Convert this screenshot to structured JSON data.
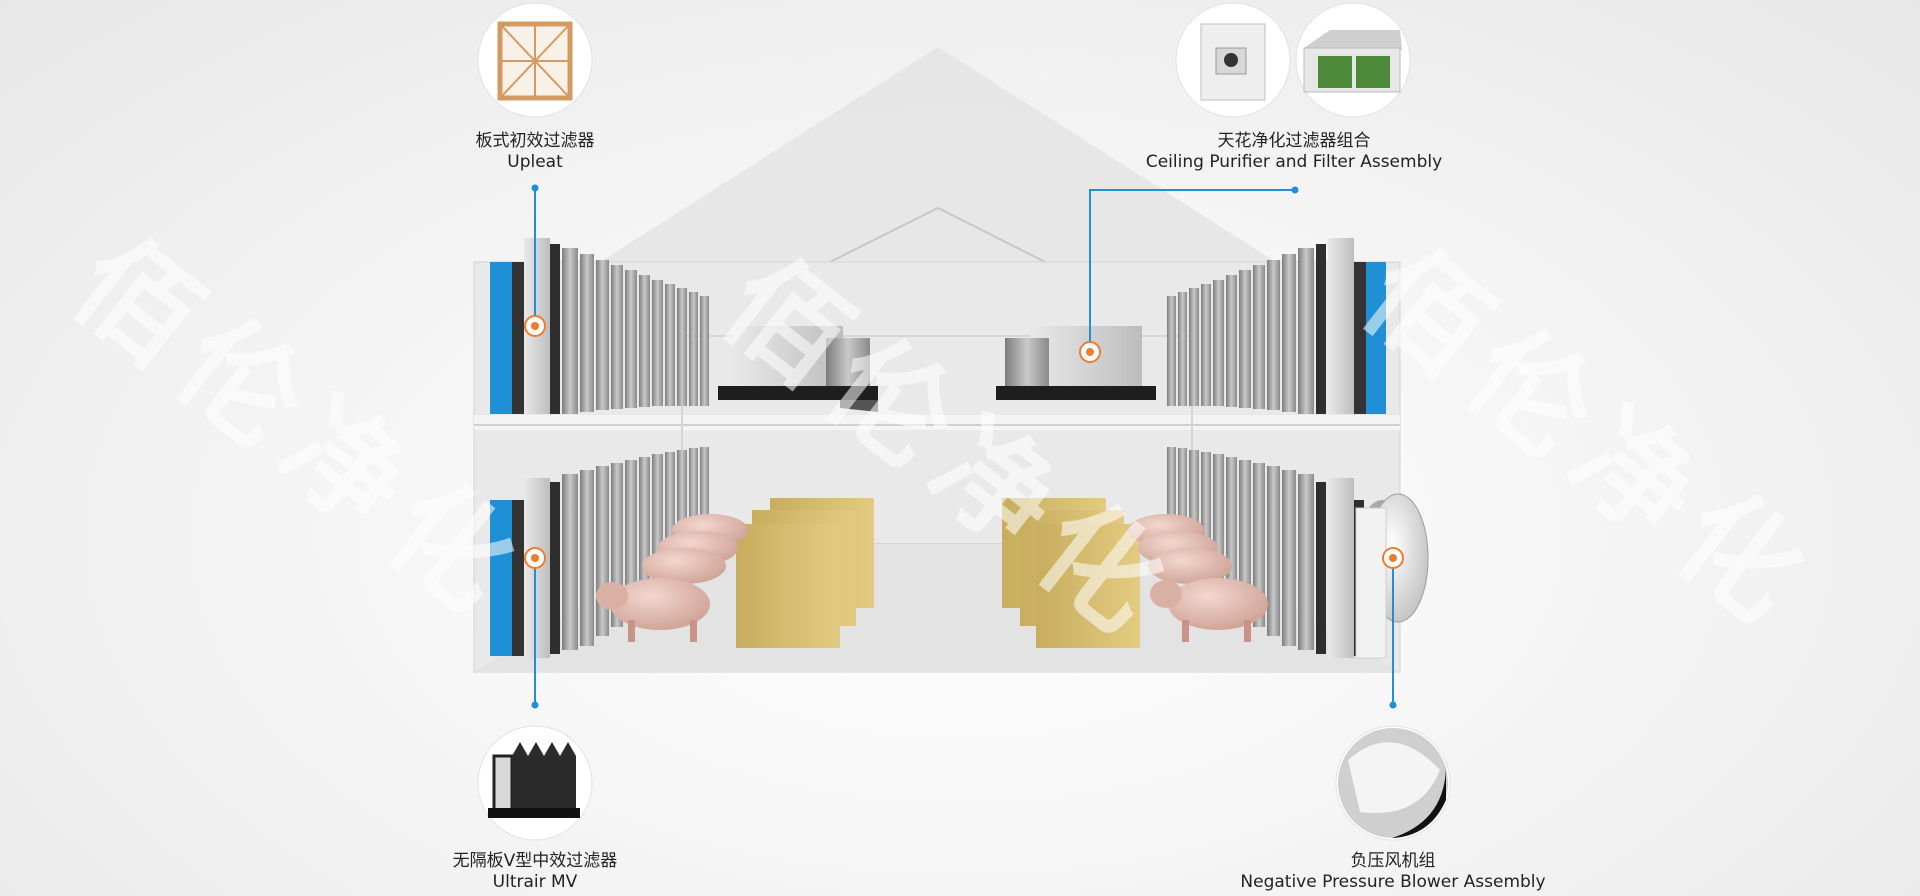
{
  "watermark": "佰伦净化",
  "components": [
    {
      "cn": "板式初效过滤器",
      "en": "Upleat",
      "icon": "panel-filter-icon"
    },
    {
      "cn": "天花净化过滤器组合",
      "en": "Ceiling Purifier and Filter Assembly",
      "icon": "ceiling-purifier-icon"
    },
    {
      "cn": "无隔板V型中效过滤器",
      "en": "Ultrair MV",
      "icon": "v-bank-filter-icon"
    },
    {
      "cn": "负压风机组",
      "en": "Negative Pressure Blower Assembly",
      "icon": "blower-icon"
    }
  ],
  "colors": {
    "accent_blue": "#1f8fd6",
    "marker_orange": "#f07b2b",
    "filter_gray": "#9a9a9a",
    "partition_yellow": "#d9c27a",
    "frame_wood": "#d49a62"
  }
}
